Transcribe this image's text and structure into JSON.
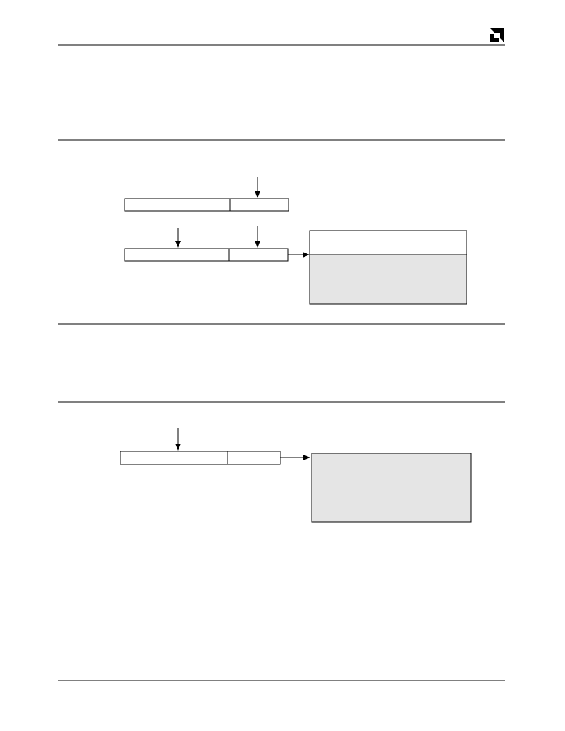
{
  "document": {
    "logo": "amd-arrow-logo",
    "colors": {
      "rule": "#000000",
      "box_border": "#000000",
      "shaded_fill": "#e5e5e5",
      "background": "#ffffff"
    }
  },
  "figure_1": {
    "upper_register": {
      "fields": 2
    },
    "lower_register": {
      "fields": 2
    },
    "target_box": {
      "header_shaded": false,
      "body_shaded": true
    }
  },
  "figure_2": {
    "register": {
      "fields": 2
    },
    "target_box": {
      "body_shaded": true
    }
  }
}
